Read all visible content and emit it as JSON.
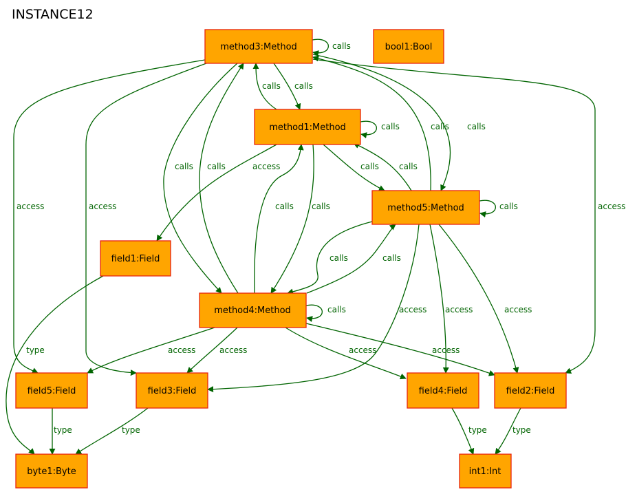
{
  "title": "INSTANCE12",
  "nodes": {
    "method3": "method3:Method",
    "bool1": "bool1:Bool",
    "method1": "method1:Method",
    "method5": "method5:Method",
    "field1": "field1:Field",
    "method4": "method4:Method",
    "field5": "field5:Field",
    "field3": "field3:Field",
    "field4": "field4:Field",
    "field2": "field2:Field",
    "byte1": "byte1:Byte",
    "int1": "int1:Int"
  },
  "edge_labels": {
    "calls": "calls",
    "access": "access",
    "type": "type"
  },
  "colors": {
    "node_fill": "#FFA500",
    "node_border": "#E8230E",
    "edge": "#006400"
  }
}
